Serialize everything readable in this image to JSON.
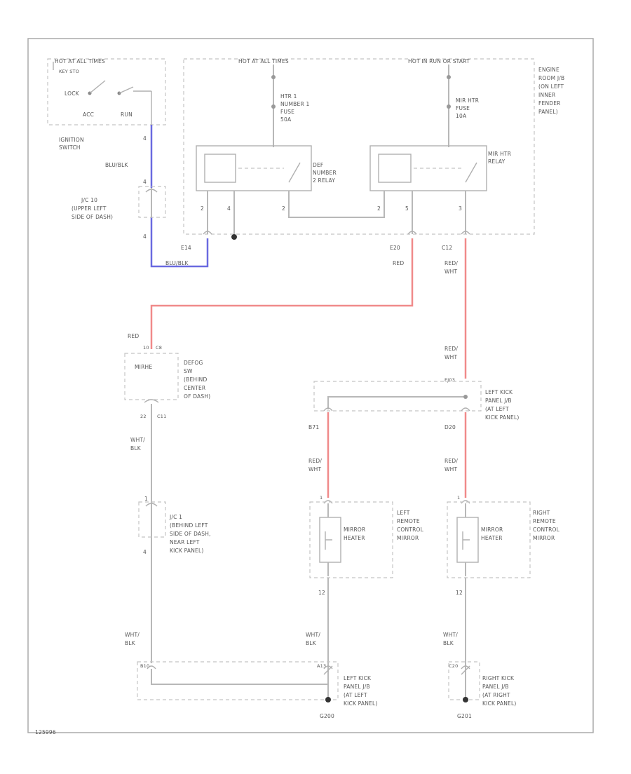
{
  "colors": {
    "wire": "#b8b8b8",
    "red_wire": "#f08a8a",
    "blue_wire": "#6a6ae0",
    "ground": "#333333"
  },
  "footer": {
    "code": "125996"
  },
  "ignition": {
    "top_label": "HOT AT ALL TIMES",
    "key_label": "KEY STO",
    "lock": "LOCK",
    "acc": "ACC",
    "run": "RUN",
    "name": [
      "IGNITION",
      "SWITCH"
    ],
    "pin": "4",
    "wire_color": "BLU/BLK"
  },
  "jc10": {
    "pin_top": "4",
    "pin_bottom": "4",
    "name": [
      "J/C 10",
      "(UPPER LEFT",
      "SIDE OF DASH)"
    ],
    "connector": "E14",
    "wire_color": "BLU/BLK"
  },
  "fuse_box": {
    "left_header": "HOT AT ALL TIMES",
    "right_header": "HOT IN RUN OR START",
    "name": [
      "ENGINE",
      "ROOM J/B",
      "(ON LEFT",
      "INNER",
      "FENDER",
      "PANEL)"
    ],
    "fuse1": [
      "HTR 1",
      "NUMBER 1",
      "FUSE",
      "50A"
    ],
    "fuse2": [
      "MIR HTR",
      "FUSE",
      "10A"
    ],
    "relay1": [
      "DEF",
      "NUMBER",
      "2 RELAY"
    ],
    "relay2": [
      "MIR HTR",
      "RELAY"
    ],
    "pin_a": "2",
    "pin_b": "4",
    "pin_c": "2",
    "pin_d": "2",
    "pin_e": "5",
    "pin_f": "3",
    "connector_left": "E20",
    "connector_right": "C12",
    "wire_left": "RED",
    "wire_right": [
      "RED/",
      "WHT"
    ]
  },
  "defogger": {
    "wire_color": "RED",
    "pin": "10",
    "connector": "C8",
    "inner": "MIRHE",
    "name": [
      "DEFOG",
      "SW",
      "(BEHIND",
      "CENTER",
      "OF DASH)"
    ],
    "pin_bottom": "22",
    "connector_bottom": "C11",
    "ground_wire": [
      "WHT/",
      "BLK"
    ]
  },
  "jc1": {
    "pin_top": "1",
    "pin_bottom": "4",
    "name": [
      "J/C 1",
      "(BEHIND LEFT",
      "SIDE OF DASH,",
      "NEAR LEFT",
      "KICK PANEL)"
    ],
    "ground_wire": [
      "WHT/",
      "BLK"
    ]
  },
  "left_kick_jb": {
    "wire_in": [
      "RED/",
      "WHT"
    ],
    "connector_in": "EJ03",
    "name": [
      "LEFT KICK",
      "PANEL J/B",
      "(AT LEFT",
      "KICK PANEL)"
    ],
    "connector_out_left": "B71",
    "connector_out_right": "D20",
    "wire_out_left": [
      "RED/",
      "WHT"
    ],
    "wire_out_right": [
      "RED/",
      "WHT"
    ]
  },
  "left_mirror": {
    "pin_top": "1",
    "pin_bottom": "12",
    "heater": [
      "MIRROR",
      "HEATER"
    ],
    "name": [
      "LEFT",
      "REMOTE",
      "CONTROL",
      "MIRROR"
    ],
    "ground_wire": [
      "WHT/",
      "BLK"
    ]
  },
  "right_mirror": {
    "pin_top": "1",
    "pin_bottom": "12",
    "heater": [
      "MIRROR",
      "HEATER"
    ],
    "name": [
      "RIGHT",
      "REMOTE",
      "CONTROL",
      "MIRROR"
    ],
    "ground_wire": [
      "WHT/",
      "BLK"
    ]
  },
  "left_ground": {
    "pin_a": "B10",
    "pin_b": "A13",
    "name": [
      "LEFT KICK",
      "PANEL J/B",
      "(AT LEFT",
      "KICK PANEL)"
    ],
    "ground_id": "G200"
  },
  "right_ground": {
    "pin": "C20",
    "name": [
      "RIGHT KICK",
      "PANEL J/B",
      "(AT RIGHT",
      "KICK PANEL)"
    ],
    "ground_id": "G201"
  }
}
